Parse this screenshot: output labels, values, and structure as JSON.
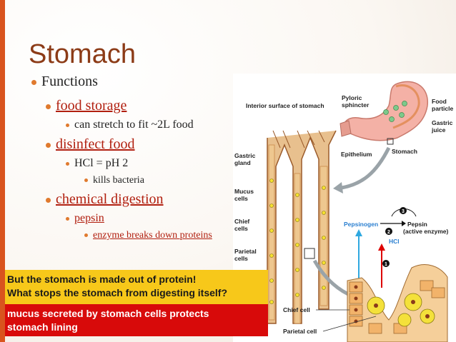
{
  "slide": {
    "title": "Stomach",
    "functions_label": "Functions",
    "items": [
      {
        "heading": "food storage",
        "detail": "can stretch to fit ~2L food"
      },
      {
        "heading": "disinfect food",
        "detail": "HCl = pH 2",
        "sub": "kills bacteria"
      },
      {
        "heading": "chemical digestion",
        "detail": "pepsin",
        "sub": "enzyme breaks down proteins"
      }
    ],
    "question_box": {
      "line1": "But the stomach is made out of protein!",
      "line2": "What stops the stomach from digesting itself?"
    },
    "answer_box": {
      "line1": "mucus secreted by stomach cells protects",
      "line2": "stomach lining"
    },
    "colors": {
      "accent": "#d9541e",
      "highlight": "#b11f0f",
      "question_bg": "#f7c81a",
      "answer_bg": "#d80a0a"
    }
  },
  "diagram": {
    "labels": {
      "interior": "Interior surface of stomach",
      "pyloric1": "Pyloric",
      "pyloric2": "sphincter",
      "food1": "Food",
      "food2": "particle",
      "gastric1": "Gastric",
      "gastric2": "juice",
      "stomach": "Stomach",
      "gland1": "Gastric",
      "gland2": "gland",
      "epithelium": "Epithelium",
      "mucus1": "Mucus",
      "mucus2": "cells",
      "chief1": "Chief",
      "chief2": "cells",
      "parietal1": "Parietal",
      "parietal2": "cells",
      "pepsinogen": "Pepsinogen",
      "pepsin": "Pepsin",
      "active": "(active enzyme)",
      "hcl": "HCl",
      "chief_cell": "Chief cell",
      "parietal_cell": "Parietal cell",
      "n1": "1",
      "n2": "2",
      "n3": "3"
    }
  }
}
